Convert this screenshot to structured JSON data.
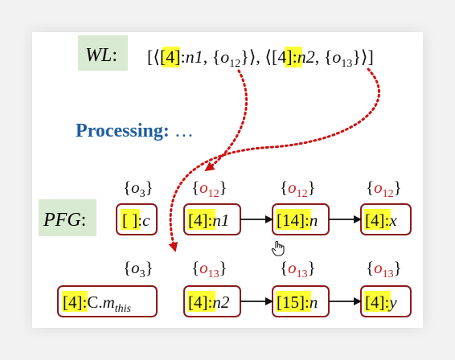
{
  "wl": {
    "label": "WL",
    "colon": ":",
    "list": {
      "open": "[",
      "entry1": {
        "lang": "⟨",
        "ctx": "[4]",
        "name": "n1",
        "set": "o",
        "sub": "12",
        "rang": "⟩"
      },
      "sep": ", ",
      "entry2": {
        "lang": "⟨",
        "ctx": "[4]",
        "name": "n2",
        "set": "o",
        "sub": "13",
        "rang": "⟩"
      },
      "close": "]"
    }
  },
  "processing": {
    "label": "Processing:",
    "ellipsis": "…"
  },
  "pfg": {
    "label": "PFG",
    "colon": ":",
    "rows": [
      {
        "nodes": [
          {
            "ctx": "[ ]",
            "name": "c",
            "set": {
              "var": "o",
              "sub": "3",
              "color": "#111111"
            }
          },
          {
            "ctx": "[4]",
            "name": "n1",
            "set": {
              "var": "o",
              "sub": "12",
              "color": "#cc2222"
            }
          },
          {
            "ctx": "[14]",
            "name": "n",
            "set": {
              "var": "o",
              "sub": "12",
              "color": "#cc2222"
            }
          },
          {
            "ctx": "[4]",
            "name": "x",
            "set": {
              "var": "o",
              "sub": "12",
              "color": "#cc2222"
            }
          }
        ]
      },
      {
        "nodes": [
          {
            "ctx": "[4]",
            "name": "C.",
            "m": "m",
            "msub": "this",
            "set": {
              "var": "o",
              "sub": "3",
              "color": "#111111"
            }
          },
          {
            "ctx": "[4]",
            "name": "n2",
            "set": {
              "var": "o",
              "sub": "13",
              "color": "#cc2222"
            }
          },
          {
            "ctx": "[15]",
            "name": "n",
            "set": {
              "var": "o",
              "sub": "13",
              "color": "#cc2222"
            }
          },
          {
            "ctx": "[4]",
            "name": "y",
            "set": {
              "var": "o",
              "sub": "13",
              "color": "#cc2222"
            }
          }
        ]
      }
    ]
  },
  "colors": {
    "highlight": "#ffff33",
    "node_border": "#8b1a1a",
    "label_bg": "#d9ead3",
    "processing": "#1f5f9f",
    "flow": "#cc1111"
  }
}
